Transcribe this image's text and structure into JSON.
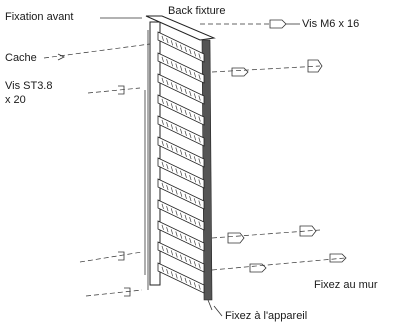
{
  "labels": {
    "fixation_avant": "Fixation avant",
    "back_fixture": "Back fixture",
    "vis_m6": "Vis M6 x 16",
    "cache": "Cache",
    "vis_st_line1": "Vis ST3.8",
    "vis_st_line2": "x 20",
    "fixez_mur": "Fixez au mur",
    "fixez_appareil": "Fixez à l'appareil"
  }
}
